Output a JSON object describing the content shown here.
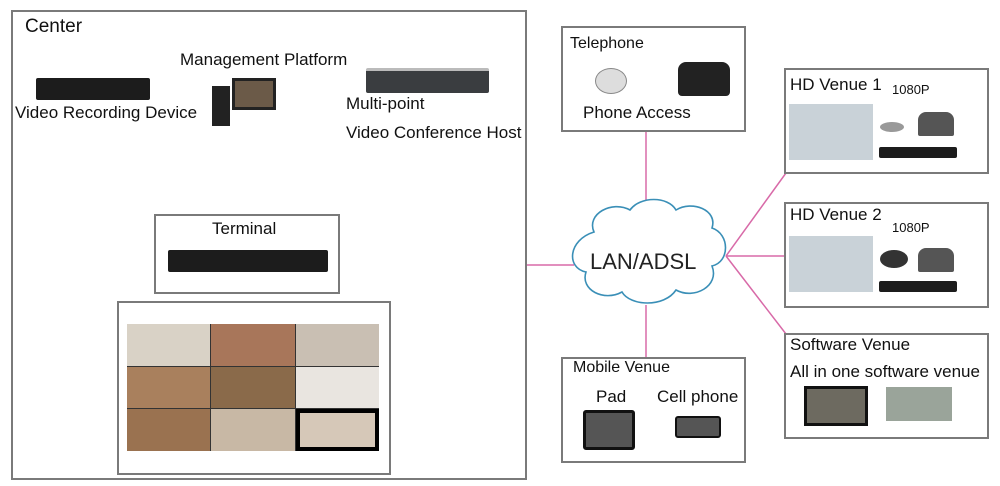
{
  "center": {
    "title": "Center",
    "management_platform": "Management Platform",
    "video_recording": "Video Recording Device",
    "mcu_line1": "Multi-point",
    "mcu_line2": "Video Conference  Host",
    "terminal": "Terminal"
  },
  "telephone": {
    "title": "Telephone",
    "phone_access": "Phone Access"
  },
  "cloud": {
    "label": "LAN/ADSL"
  },
  "hd_venue_1": {
    "title": "HD Venue 1",
    "resolution": "1080P"
  },
  "hd_venue_2": {
    "title": "HD Venue 2",
    "resolution": "1080P"
  },
  "software_venue": {
    "title": "Software Venue",
    "subtitle": "All in one software venue"
  },
  "mobile_venue": {
    "title": "Mobile Venue",
    "pad": "Pad",
    "cell_phone": "Cell phone"
  },
  "colors": {
    "bus": "#e0007a",
    "link": "#d86aa8",
    "cloud_stroke": "#3a8fb7",
    "border": "#7a7a7a"
  }
}
